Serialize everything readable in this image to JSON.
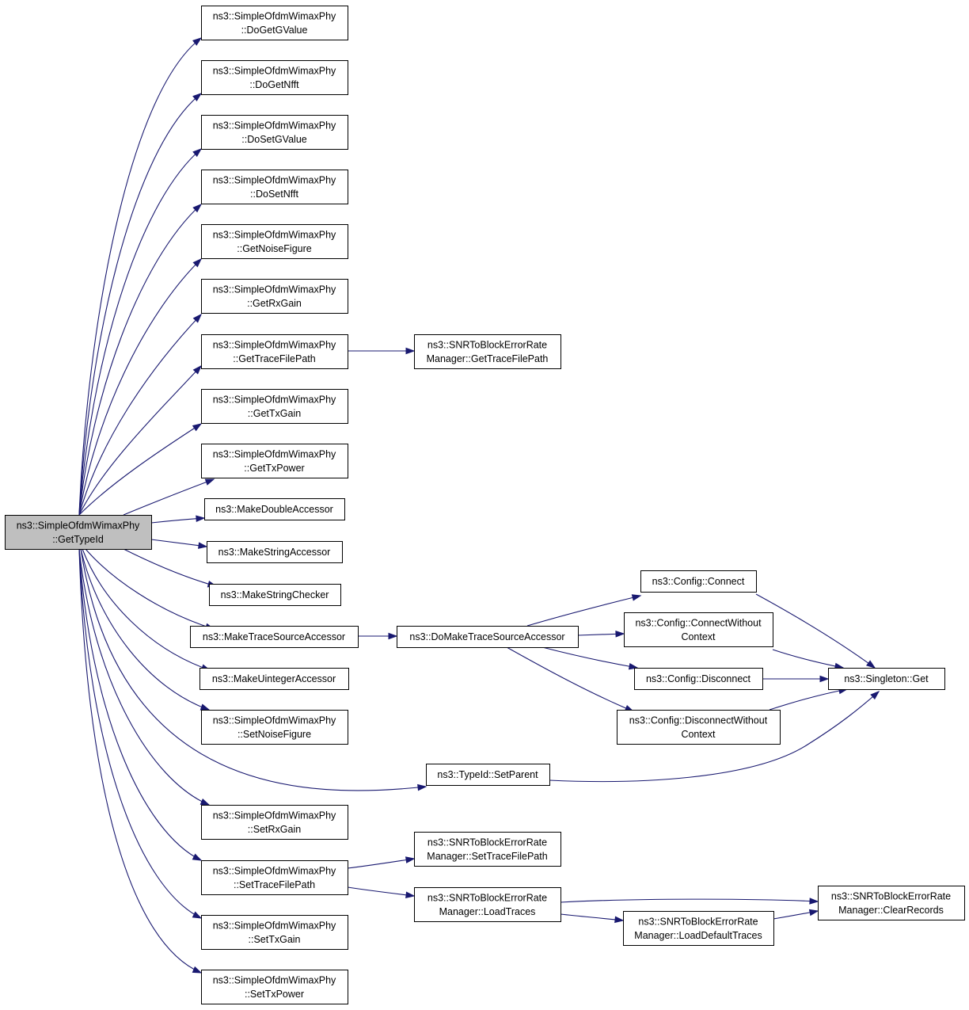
{
  "nodes": {
    "root": [
      "ns3::SimpleOfdmWimaxPhy",
      "::GetTypeId"
    ],
    "doGetGValue": [
      "ns3::SimpleOfdmWimaxPhy",
      "::DoGetGValue"
    ],
    "doGetNfft": [
      "ns3::SimpleOfdmWimaxPhy",
      "::DoGetNfft"
    ],
    "doSetGValue": [
      "ns3::SimpleOfdmWimaxPhy",
      "::DoSetGValue"
    ],
    "doSetNfft": [
      "ns3::SimpleOfdmWimaxPhy",
      "::DoSetNfft"
    ],
    "getNoiseFigure": [
      "ns3::SimpleOfdmWimaxPhy",
      "::GetNoiseFigure"
    ],
    "getRxGain": [
      "ns3::SimpleOfdmWimaxPhy",
      "::GetRxGain"
    ],
    "getTraceFilePath": [
      "ns3::SimpleOfdmWimaxPhy",
      "::GetTraceFilePath"
    ],
    "getTxGain": [
      "ns3::SimpleOfdmWimaxPhy",
      "::GetTxGain"
    ],
    "getTxPower": [
      "ns3::SimpleOfdmWimaxPhy",
      "::GetTxPower"
    ],
    "makeDoubleAccessor": [
      "ns3::MakeDoubleAccessor"
    ],
    "makeStringAccessor": [
      "ns3::MakeStringAccessor"
    ],
    "makeStringChecker": [
      "ns3::MakeStringChecker"
    ],
    "makeTraceSourceAccessor": [
      "ns3::MakeTraceSourceAccessor"
    ],
    "makeUintegerAccessor": [
      "ns3::MakeUintegerAccessor"
    ],
    "setNoiseFigure": [
      "ns3::SimpleOfdmWimaxPhy",
      "::SetNoiseFigure"
    ],
    "setRxGain": [
      "ns3::SimpleOfdmWimaxPhy",
      "::SetRxGain"
    ],
    "setTraceFilePath": [
      "ns3::SimpleOfdmWimaxPhy",
      "::SetTraceFilePath"
    ],
    "setTxGain": [
      "ns3::SimpleOfdmWimaxPhy",
      "::SetTxGain"
    ],
    "setTxPower": [
      "ns3::SimpleOfdmWimaxPhy",
      "::SetTxPower"
    ],
    "snrGetTraceFilePath": [
      "ns3::SNRToBlockErrorRate",
      "Manager::GetTraceFilePath"
    ],
    "doMakeTraceSourceAccessor": [
      "ns3::DoMakeTraceSourceAccessor"
    ],
    "typeIdSetParent": [
      "ns3::TypeId::SetParent"
    ],
    "snrSetTraceFilePath": [
      "ns3::SNRToBlockErrorRate",
      "Manager::SetTraceFilePath"
    ],
    "snrLoadTraces": [
      "ns3::SNRToBlockErrorRate",
      "Manager::LoadTraces"
    ],
    "configConnect": [
      "ns3::Config::Connect"
    ],
    "configConnectWithoutContext": [
      "ns3::Config::ConnectWithout",
      "Context"
    ],
    "configDisconnect": [
      "ns3::Config::Disconnect"
    ],
    "configDisconnectWithoutContext": [
      "ns3::Config::DisconnectWithout",
      "Context"
    ],
    "snrLoadDefaultTraces": [
      "ns3::SNRToBlockErrorRate",
      "Manager::LoadDefaultTraces"
    ],
    "singletonGet": [
      "ns3::Singleton::Get"
    ],
    "snrClearRecords": [
      "ns3::SNRToBlockErrorRate",
      "Manager::ClearRecords"
    ]
  },
  "colors": {
    "edge": "#191970",
    "root_fill": "#bfbfbf",
    "node_fill": "#ffffff",
    "node_border": "#000000"
  }
}
